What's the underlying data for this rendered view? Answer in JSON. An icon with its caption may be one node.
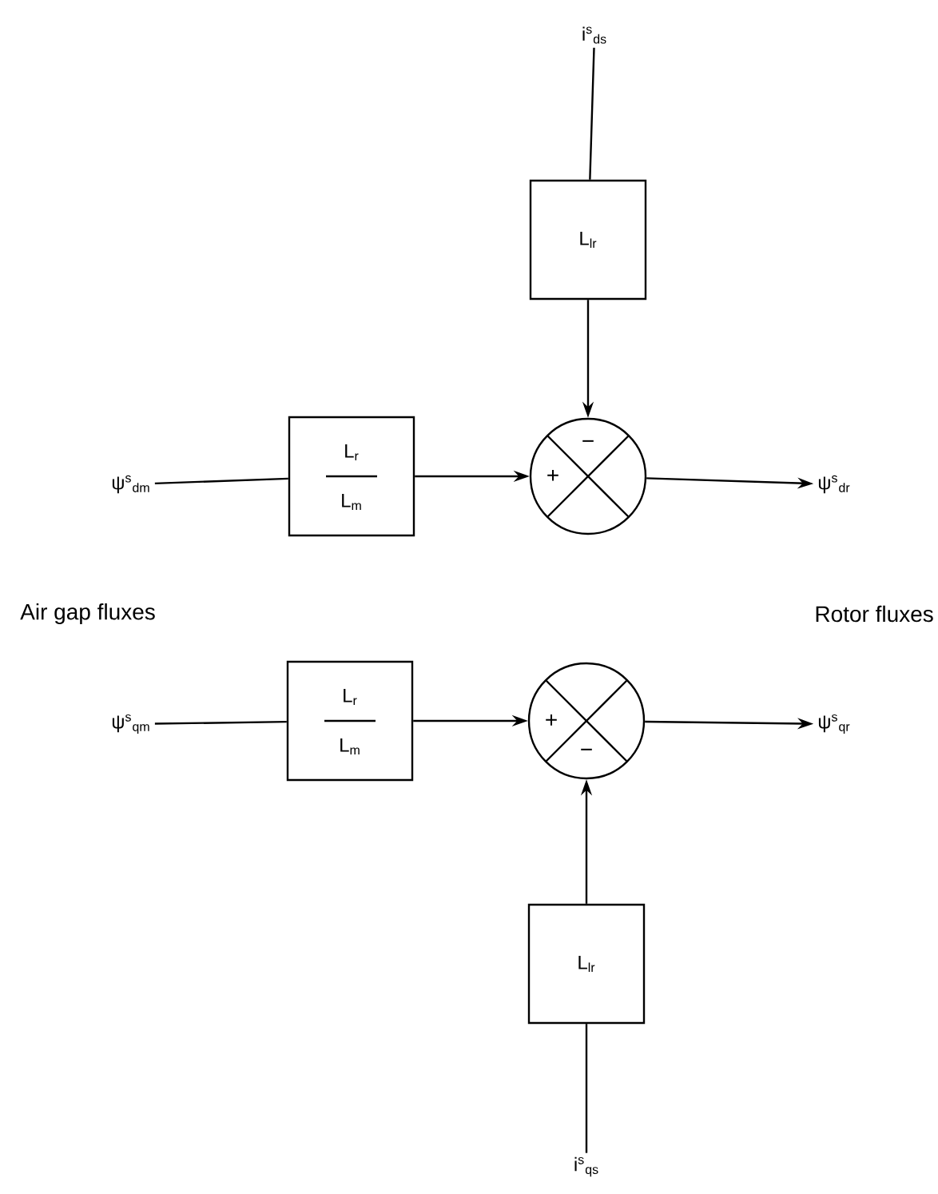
{
  "diagram": {
    "nodes": [
      {
        "text": [
          "i$^{s}$$_{ds}$"
        ]
      },
      {
        "text": [
          "L$_{lr}$"
        ]
      },
      {
        "text": [
          "ψ$^{s}$$_{dm}$"
        ]
      },
      {
        "text": [
          "L$_{r}$",
          "L$_{m}$"
        ]
      },
      {
        "text": [
          "−",
          "+"
        ]
      },
      {
        "text": [
          "ψ$^{s}$$_{dr}$"
        ]
      },
      {
        "text": [
          "ψ$^{s}$$_{qm}$"
        ]
      },
      {
        "text": [
          "L$_{r}$",
          "L$_{m}$"
        ]
      },
      {
        "text": [
          "+",
          "−"
        ]
      },
      {
        "text": [
          "ψ$^{s}$$_{qr}$"
        ]
      },
      {
        "text": [
          "L$_{lr}$"
        ]
      },
      {
        "text": [
          "i$^{s}$$_{qs}$"
        ]
      }
    ],
    "edges": [
      {
        "from": 0,
        "to": 1,
        "arrow": "none"
      },
      {
        "from": 1,
        "to": 4,
        "arrow": "to"
      },
      {
        "from": 2,
        "to": 3,
        "arrow": "none"
      },
      {
        "from": 3,
        "to": 4,
        "arrow": "to"
      },
      {
        "from": 4,
        "to": 5,
        "arrow": "to"
      },
      {
        "from": 6,
        "to": 7,
        "arrow": "none"
      },
      {
        "from": 7,
        "to": 8,
        "arrow": "to"
      },
      {
        "from": 8,
        "to": 9,
        "arrow": "to"
      },
      {
        "from": 10,
        "to": 8,
        "arrow": "to"
      },
      {
        "from": 11,
        "to": 10,
        "arrow": "none"
      }
    ],
    "labels": [
      "Air gap fluxes",
      "Rotor fluxes"
    ]
  }
}
